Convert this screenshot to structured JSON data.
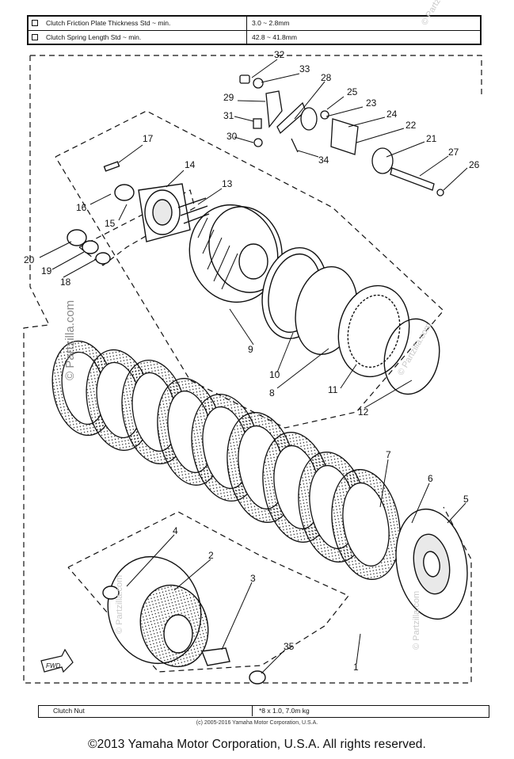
{
  "spec_table": {
    "rows": [
      {
        "label": "Clutch Friction Plate Thickness Std ~ min.",
        "value": "3.0 ~ 2.8mm"
      },
      {
        "label": "Clutch Spring Length Std ~ min.",
        "value": "42.8 ~ 41.8mm"
      }
    ]
  },
  "callouts": {
    "c1": "1",
    "c2": "2",
    "c3": "3",
    "c4": "4",
    "c5": "5",
    "c6": "6",
    "c7": "7",
    "c8": "8",
    "c9": "9",
    "c10": "10",
    "c11": "11",
    "c12": "12",
    "c13": "13",
    "c14": "14",
    "c15": "15",
    "c16": "16",
    "c17": "17",
    "c18": "18",
    "c19": "19",
    "c20": "20",
    "c21": "21",
    "c22": "22",
    "c23": "23",
    "c24": "24",
    "c25": "25",
    "c26": "26",
    "c27": "27",
    "c28": "28",
    "c29": "29",
    "c30": "30",
    "c31": "31",
    "c32": "32",
    "c33": "33",
    "c34": "34",
    "c35": "35"
  },
  "fwd_label": "FWD",
  "footer_table": {
    "label": "Clutch Nut",
    "value": "*8 x 1.0, 7.0m kg"
  },
  "small_copyright": "(c) 2005-2016 Yamaha Motor Corporation, U.S.A.",
  "copyright": "©2013 Yamaha Motor Corporation, U.S.A. All rights reserved.",
  "watermarks": {
    "left": "© Partzilla.com",
    "top_right": "© Partzilla.com",
    "mid_right": "© Partzilla.com",
    "bottom_left": "© Partzilla.com",
    "bottom_right": "© Partzilla.com"
  }
}
